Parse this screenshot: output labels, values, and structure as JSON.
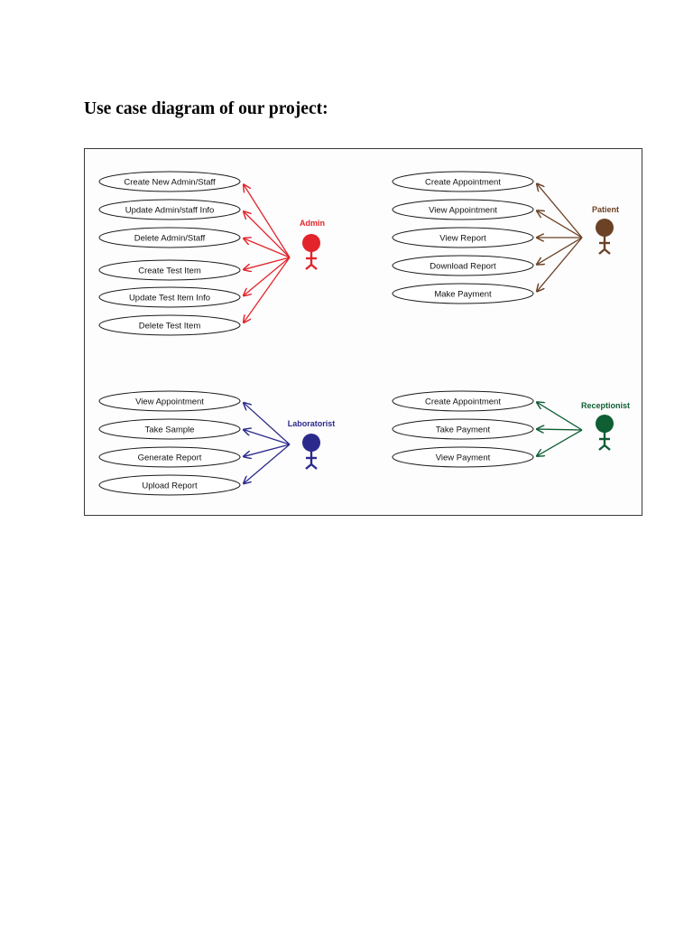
{
  "page": {
    "heading": "Use case diagram of our project:"
  },
  "diagram": {
    "actors": [
      {
        "id": "admin",
        "name": "Admin",
        "color": "#e3242b",
        "use_cases": [
          "Create New Admin/Staff",
          "Update Admin/staff Info",
          "Delete Admin/Staff",
          "Create Test Item",
          "Update Test Item Info",
          "Delete Test Item"
        ]
      },
      {
        "id": "patient",
        "name": "Patient",
        "color": "#6b4226",
        "use_cases": [
          "Create Appointment",
          "View Appointment",
          "View Report",
          "Download Report",
          "Make Payment"
        ]
      },
      {
        "id": "laboratorist",
        "name": "Laboratorist",
        "color": "#2b2a8c",
        "use_cases": [
          "View Appointment",
          "Take Sample",
          "Generate Report",
          "Upload Report"
        ]
      },
      {
        "id": "receptionist",
        "name": "Receptionist",
        "color": "#0f5e34",
        "use_cases": [
          "Create Appointment",
          "Take Payment",
          "View Payment"
        ]
      }
    ]
  }
}
